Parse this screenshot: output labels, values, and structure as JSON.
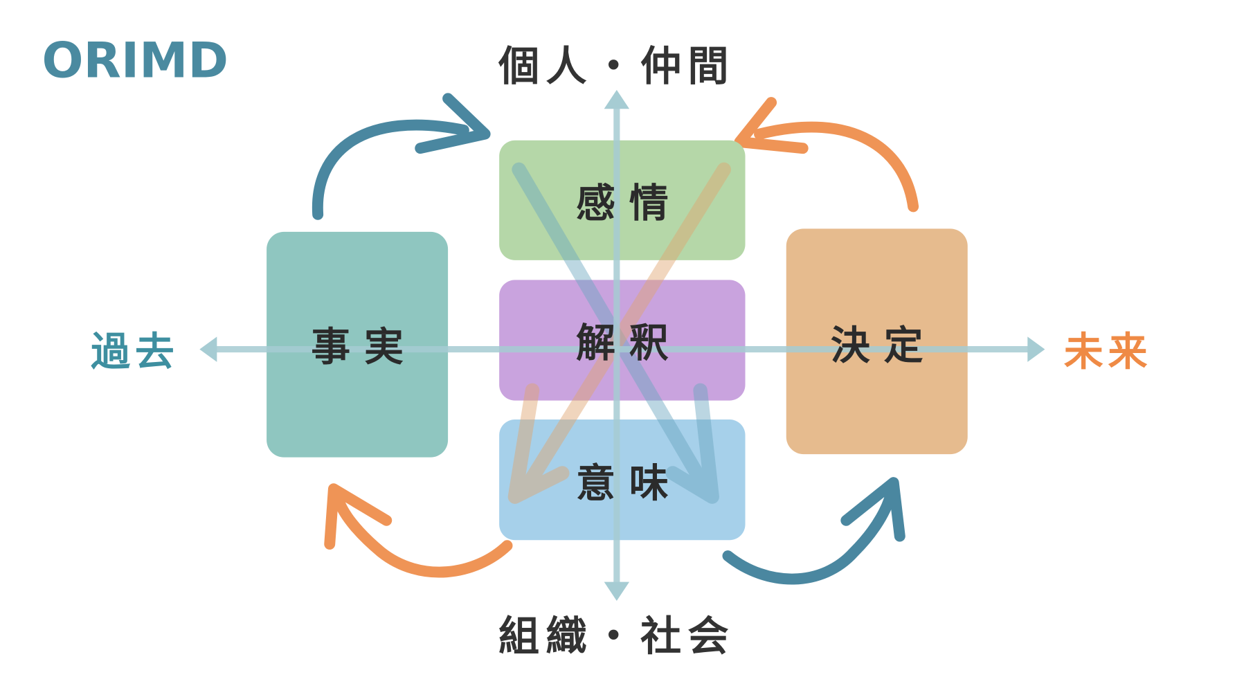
{
  "title": "ORIMD",
  "axes": {
    "top": "個人・仲間",
    "bottom": "組織・社会",
    "left": "過去",
    "right": "未来"
  },
  "boxes": {
    "fact": "事 実",
    "emotion": "感 情",
    "interpretation": "解 釈",
    "meaning": "意 味",
    "decision": "決 定"
  },
  "colors": {
    "title": "#4a8aa0",
    "fact": "#8fc6c0",
    "emotion": "#b5d7a8",
    "interpretation": "#c9a3de",
    "meaning": "#a6d0ea",
    "decision": "#e6bb8e",
    "axis": "#a6ccd3",
    "arrow_teal": "#4a87a0",
    "arrow_orange": "#ef9456"
  }
}
